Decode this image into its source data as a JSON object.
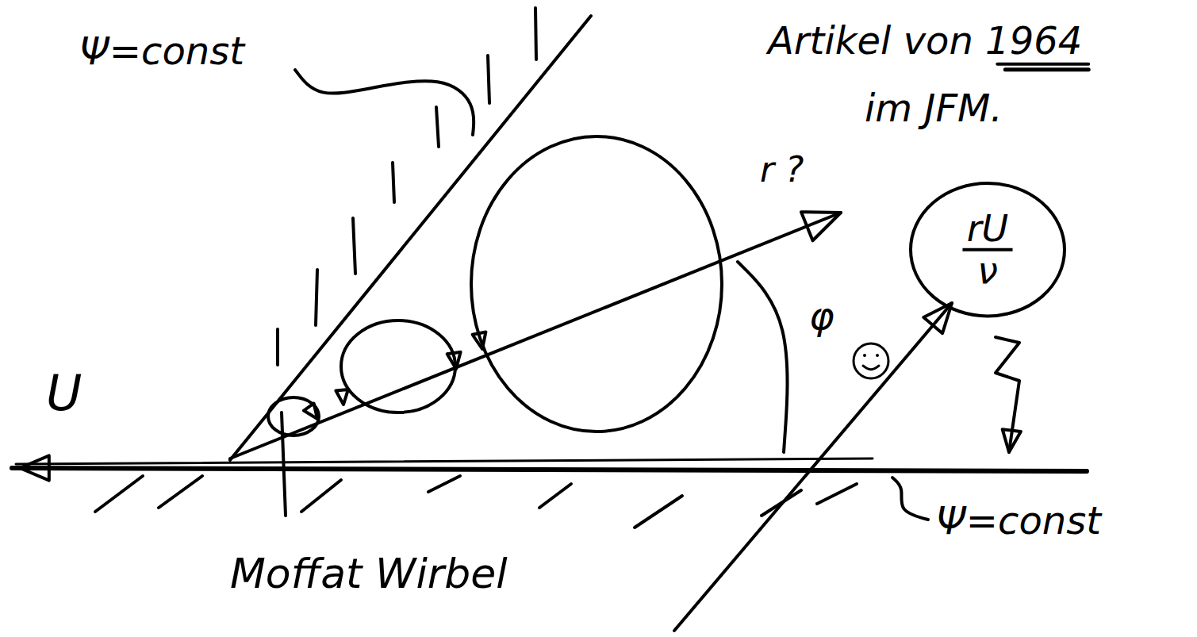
{
  "diagram": {
    "nodes": [
      {
        "text": [
          "rU",
          "ν"
        ]
      }
    ],
    "labels": [
      "Ψ=const",
      "Artikel von 1964",
      "im JFM.",
      "r ?",
      "U",
      "φ",
      "Ψ=const",
      "Moffat Wirbel"
    ]
  }
}
